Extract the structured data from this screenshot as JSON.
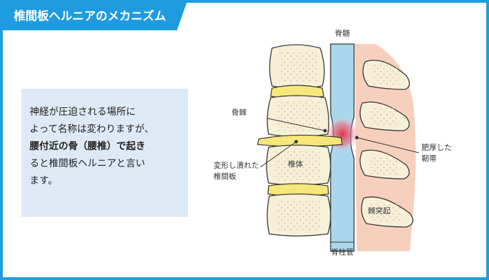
{
  "title": "椎間板ヘルニアのメカニズム",
  "description": {
    "lines": [
      "神経が圧迫される場所に",
      "よって名称は変わりますが、",
      "腰付近の骨（腰椎）で起き",
      "ると椎間板ヘルニアと言い",
      "ます。"
    ]
  },
  "diagram": {
    "labels": {
      "spinal_cord": "脊髄",
      "bone_spur": "骨棘",
      "deformed_disc_line1": "変形し潰れた",
      "deformed_disc_line2": "椎間板",
      "vertebral_body": "椎体",
      "ligament_line1": "肥厚した",
      "ligament_line2": "靭帯",
      "spinous_process": "棘突起",
      "spinal_canal": "脊柱管"
    },
    "colors": {
      "frame": "#1f9be0",
      "bone": "#f6f0d9",
      "disc": "#f6e77a",
      "canal": "#a9d8ec",
      "soft_tissue": "#f7d0bd",
      "compression": "#e8283c"
    }
  }
}
